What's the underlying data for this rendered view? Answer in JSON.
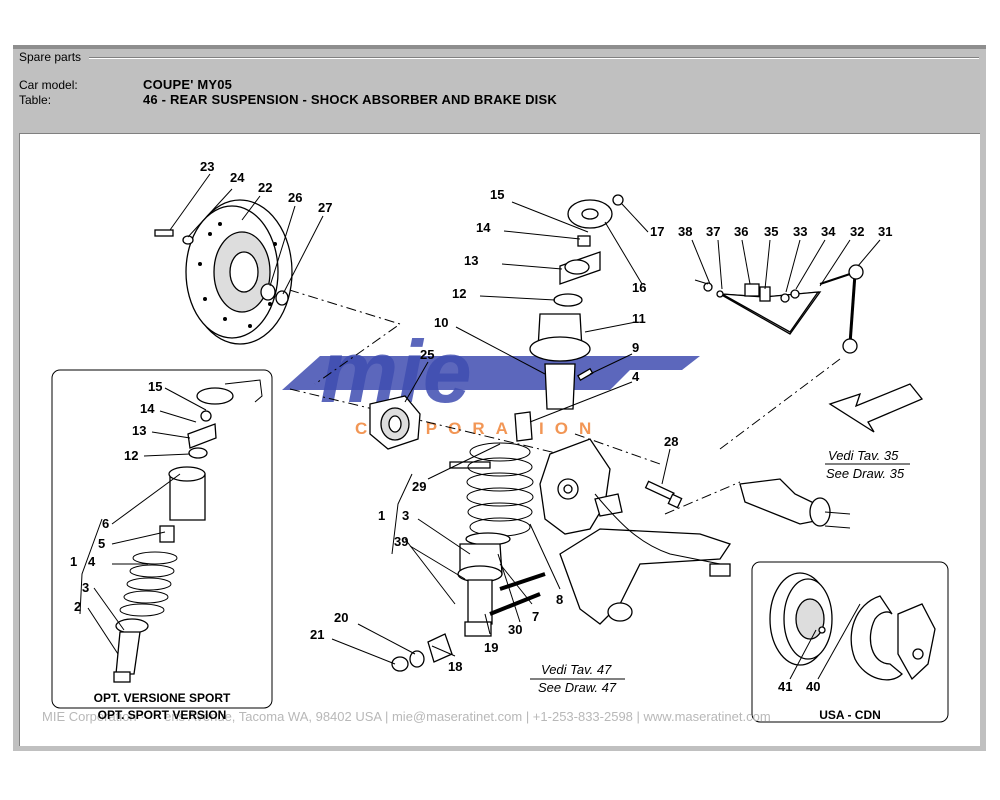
{
  "panel": {
    "title": "Spare parts"
  },
  "info": {
    "car_model_label": "Car model:",
    "car_model_value": "COUPE' MY05",
    "table_label": "Table:",
    "table_value": "46 - REAR SUSPENSION - SHOCK ABSORBER AND BRAKE DISK"
  },
  "watermark": {
    "logo_text": "mie",
    "sub_text": "CORPORATION"
  },
  "callouts": {
    "n23": "23",
    "n24": "24",
    "n22": "22",
    "n26": "26",
    "n27": "27",
    "n15": "15",
    "n14": "14",
    "n13": "13",
    "n12": "12",
    "n10": "10",
    "n11": "11",
    "n9": "9",
    "n4": "4",
    "n17": "17",
    "n16": "16",
    "n38": "38",
    "n37": "37",
    "n36": "36",
    "n35": "35",
    "n33": "33",
    "n34": "34",
    "n32": "32",
    "n31": "31",
    "n25": "25",
    "n28": "28",
    "n29": "29",
    "n1": "1",
    "n3": "3",
    "n39": "39",
    "n8": "8",
    "n7": "7",
    "n30": "30",
    "n19": "19",
    "n20": "20",
    "n21": "21",
    "n18": "18",
    "n41": "41",
    "n40": "40"
  },
  "inset_sport": {
    "n15": "15",
    "n14": "14",
    "n13": "13",
    "n12": "12",
    "n6": "6",
    "n5": "5",
    "n1": "1",
    "n4": "4",
    "n3": "3",
    "n2": "2",
    "caption1": "OPT. VERSIONE SPORT",
    "caption2": "OPT. SPORT VERSION"
  },
  "inset_usa": {
    "caption": "USA - CDN"
  },
  "refs": {
    "tav35_it": "Vedi Tav. 35",
    "tav35_en": "See Draw. 35",
    "tav47_it": "Vedi Tav. 47",
    "tav47_en": "See Draw. 47"
  },
  "footer": {
    "text": "MIE Corporation  ·  ·  ·  ens Avenue, Tacoma WA, 98402 USA  |  mie@maseratinet.com  |   +1-253-833-2598   |   www.maseratinet.com"
  },
  "colors": {
    "frame": "#c0c0c0",
    "watermark": "#2a3aa8",
    "corporation": "#ee7722"
  }
}
